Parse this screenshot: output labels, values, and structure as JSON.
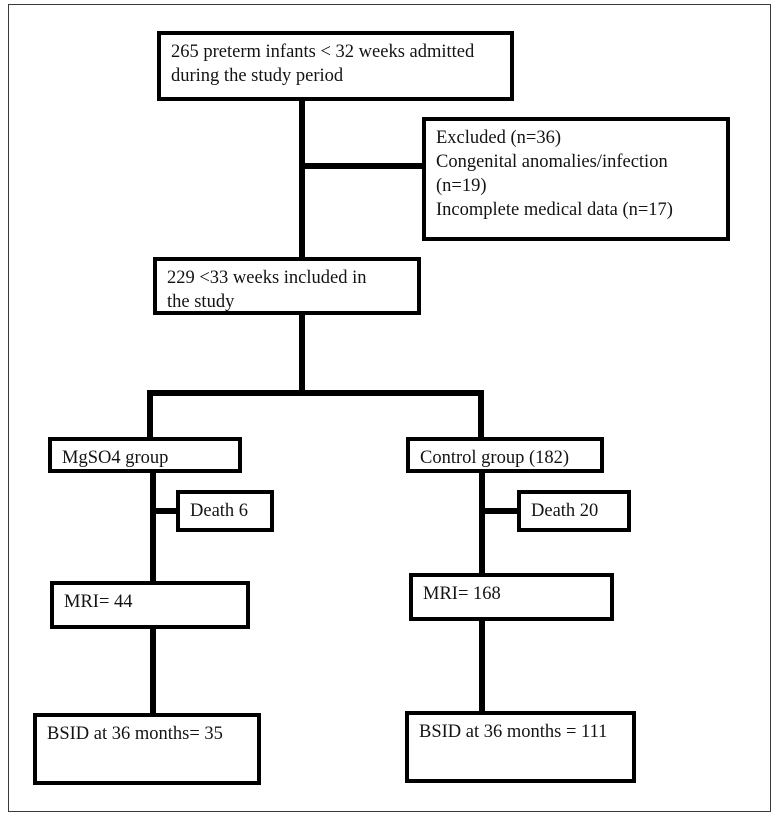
{
  "diagram": {
    "title": "Study flow diagram of preterm infants",
    "type": "flowchart",
    "colors": {
      "box_border": "#000000",
      "connector": "#000000",
      "page_frame": "#3a3a3a",
      "text": "#131313",
      "background": "#ffffff"
    },
    "nodes": {
      "admitted": {
        "text": "265 preterm infants < 32 weeks admitted\nduring the study period"
      },
      "excluded": {
        "text": "Excluded (n=36)\nCongenital anomalies/infection\n(n=19)\nIncomplete medical data (n=17)"
      },
      "included": {
        "text": "229 <33 weeks included in\nthe study"
      },
      "mgso4_group": {
        "text": "MgSO4 group"
      },
      "control_group": {
        "text": "Control group (182)"
      },
      "mgso4_death": {
        "text": "Death 6"
      },
      "control_death": {
        "text": "Death 20"
      },
      "mgso4_mri": {
        "text": "MRI= 44"
      },
      "control_mri": {
        "text": "MRI= 168"
      },
      "mgso4_bsid": {
        "text": "BSID at 36 months= 35"
      },
      "control_bsid": {
        "text": "BSID at 36 months = 111"
      }
    }
  }
}
